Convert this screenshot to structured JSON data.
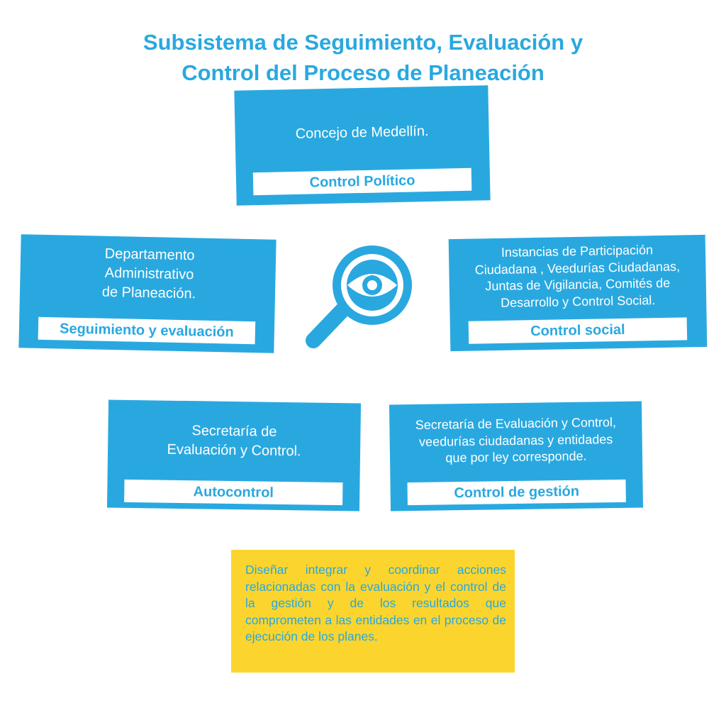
{
  "title": {
    "line1": "Subsistema de Seguimiento, Evaluación y",
    "line2": "Control del Proceso de Planeación"
  },
  "cards": {
    "top": {
      "text": "Concejo de Medellín.",
      "label": "Control Político"
    },
    "left": {
      "text": "Departamento\nAdministrativo\nde Planeación.",
      "label": "Seguimiento y evaluación"
    },
    "right": {
      "text": "Instancias de Participación\nCiudadana , Veedurías Ciudadanas,\nJuntas de Vigilancia, Comités de\nDesarrollo y Control Social.",
      "label": "Control social"
    },
    "bottom_left": {
      "text": "Secretaría de\nEvaluación y Control.",
      "label": "Autocontrol"
    },
    "bottom_right": {
      "text": "Secretaría de Evaluación y Control,\nveedurías ciudadanas y entidades\nque por ley corresponde.",
      "label": "Control de gestión"
    }
  },
  "note": {
    "text": "Diseñar integrar y coordinar acciones relacionadas con la evaluación y el control de la gestión y de los resultados que comprometen a las entidades en el proceso de ejecución de los planes."
  },
  "icon": "magnifying-glass-eye-icon",
  "colors": {
    "accent": "#29a8e0",
    "note_bg": "#fbd52d",
    "label_bg": "#ffffff"
  }
}
